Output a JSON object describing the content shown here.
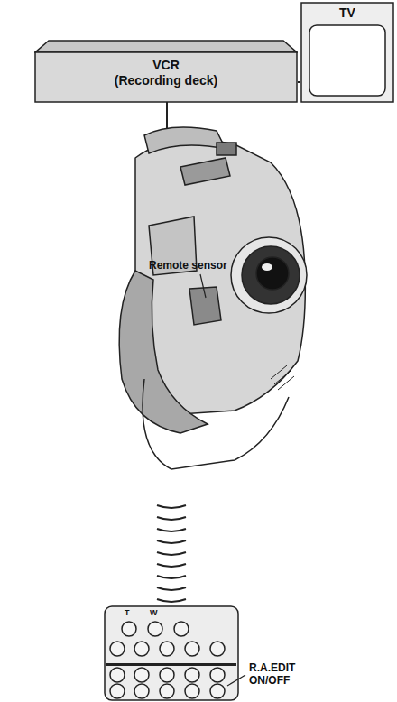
{
  "diagram": {
    "nodes": [
      {
        "text": [
          "VCR",
          "(Recording deck)"
        ]
      },
      {
        "text": [
          "TV"
        ]
      }
    ],
    "edges": [
      {
        "from": 0,
        "to": 1,
        "arrow": "none"
      }
    ],
    "labels": [
      "Remote sensor",
      "R.A.EDIT ON/OFF",
      "T",
      "W"
    ]
  }
}
